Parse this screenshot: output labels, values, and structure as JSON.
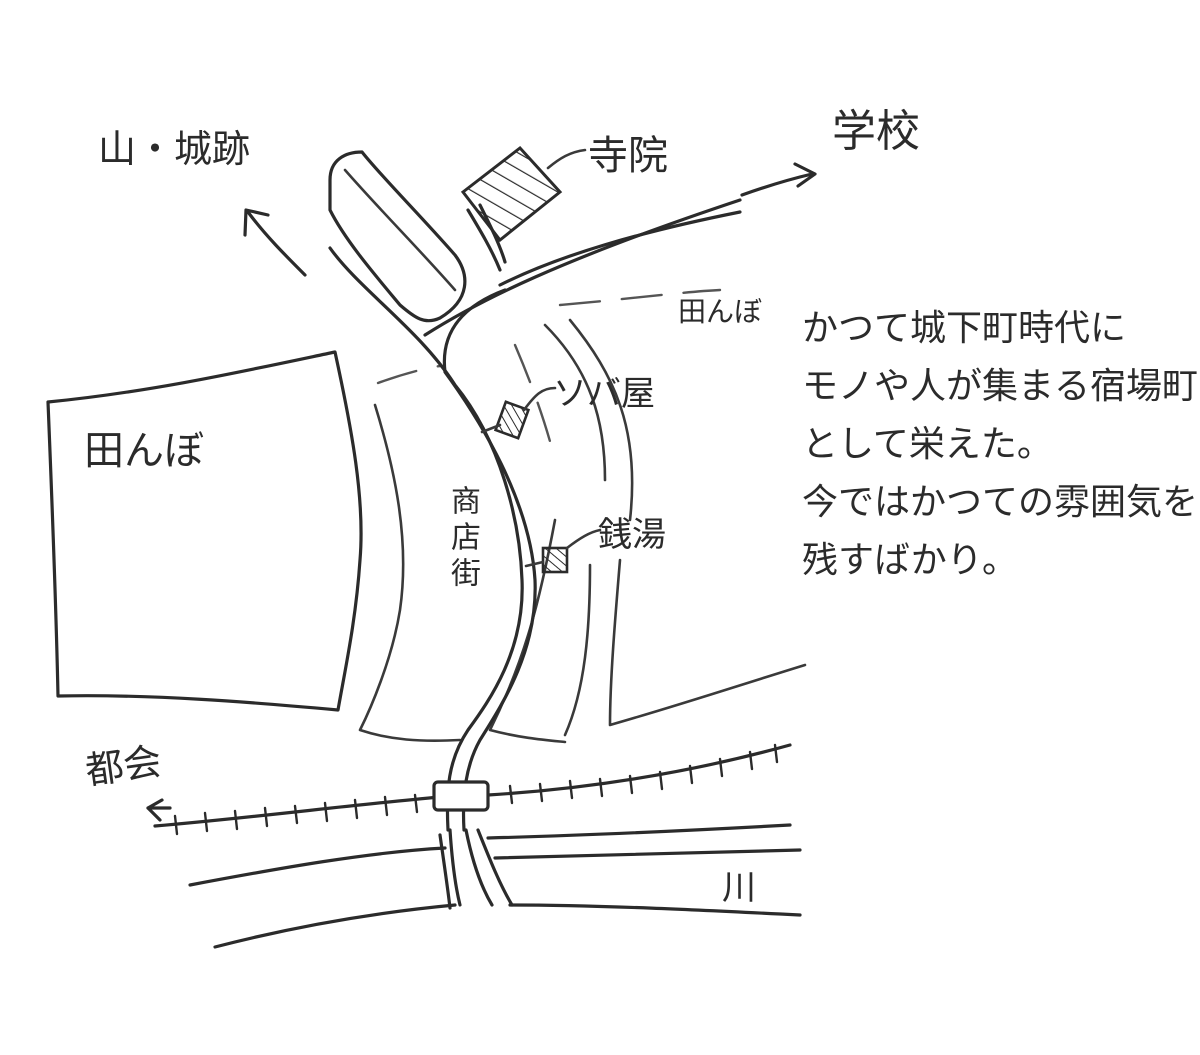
{
  "labels": {
    "mountain_castle": "山・城跡",
    "temple": "寺院",
    "school": "学校",
    "rice_field_right": "田んぼ",
    "rice_field_left": "田んぼ",
    "soba_shop": "ソバ屋",
    "bathhouse": "銭湯",
    "shopping_street": "商店街",
    "city": "都会",
    "river": "川"
  },
  "description": {
    "lines": [
      "かつて城下町時代に",
      "モノや人が集まる宿場町",
      "として栄えた。",
      "今ではかつての雰囲気を",
      "残すばかり。"
    ]
  },
  "colors": {
    "ink": "#2b2b2b",
    "paper": "#ffffff"
  }
}
